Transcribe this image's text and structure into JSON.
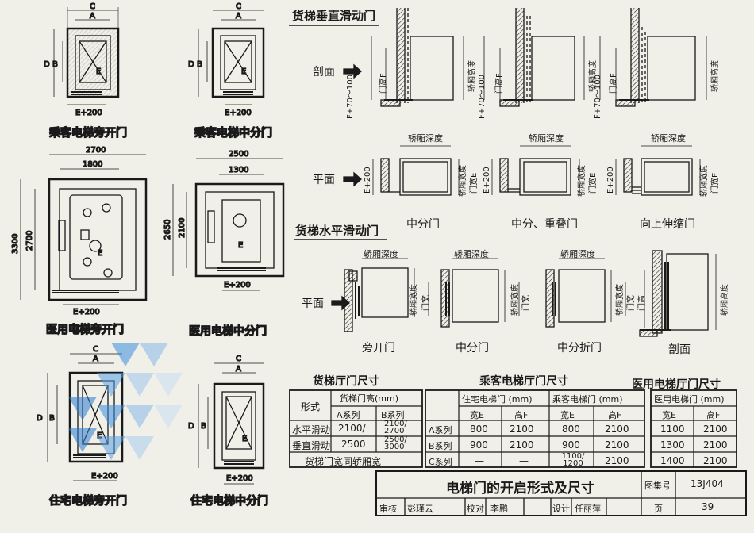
{
  "captions": {
    "pass_side": "乘客电梯旁开门",
    "pass_center": "乘客电梯中分门",
    "med_side": "医用电梯旁开门",
    "med_center": "医用电梯中分门",
    "res_side": "住宅电梯旁开门",
    "res_center": "住宅电梯中分门"
  },
  "small_dims": {
    "C": "C",
    "A": "A",
    "D": "D",
    "B": "B",
    "E": "E",
    "E200": "E+200"
  },
  "med_dims": {
    "side_outer_w": "2700",
    "side_inner_w": "1800",
    "side_outer_h": "3300",
    "side_inner_h": "2700",
    "center_outer_w": "2500",
    "center_inner_w": "1300",
    "center_outer_h": "2650",
    "center_inner_h": "2100"
  },
  "vertical": {
    "heading": "货梯垂直滑动门",
    "section_label": "剖面",
    "plan_label": "平面",
    "dim_f70": "F+70～100",
    "door_h": "门高F",
    "cab_h": "轿厢高度",
    "cab_depth": "轿厢深度",
    "cab_w": "轿厢宽度",
    "door_w": "门宽E",
    "captions": [
      "中分门",
      "中分、重叠门",
      "向上伸缩门"
    ]
  },
  "horizontal": {
    "heading": "货梯水平滑动门",
    "plan_label": "平面",
    "cab_depth": "轿厢深度",
    "cab_w": "轿厢宽度",
    "door_w": "门宽",
    "door_h": "门高",
    "cab_h": "轿厢高度",
    "captions": [
      "旁开门",
      "中分门",
      "中分折门",
      "剖面"
    ]
  },
  "freight_table": {
    "title": "货梯厅门尺寸",
    "col_form": "形式",
    "col_height": "货梯门高(mm)",
    "sub_a": "A系列",
    "sub_b": "B系列",
    "rows": [
      {
        "name": "水平滑动",
        "a": "2100/",
        "b": "2100/ 2700"
      },
      {
        "name": "垂直滑动",
        "a": "2500",
        "b": "2500/ 3000"
      }
    ],
    "note": "货梯门宽同轿厢宽"
  },
  "passenger_table": {
    "title": "乘客电梯厅门尺寸",
    "res_head": "住宅电梯门 (mm)",
    "pass_head": "乘客电梯门 (mm)",
    "sub_w": "宽E",
    "sub_h": "高F",
    "rows": [
      {
        "name": "A系列",
        "rw": "800",
        "rh": "2100",
        "pw": "800",
        "ph": "2100"
      },
      {
        "name": "B系列",
        "rw": "900",
        "rh": "2100",
        "pw": "900",
        "ph": "2100"
      },
      {
        "name": "C系列",
        "rw": "—",
        "rh": "—",
        "pw": "1100/ 1200",
        "ph": "2100"
      }
    ]
  },
  "medical_table": {
    "title": "医用电梯厅门尺寸",
    "head": "医用电梯门 (mm)",
    "sub_w": "宽E",
    "sub_h": "高F",
    "rows": [
      {
        "w": "1100",
        "h": "2100"
      },
      {
        "w": "1300",
        "h": "2100"
      },
      {
        "w": "1400",
        "h": "2100"
      }
    ]
  },
  "title_block": {
    "title": "电梯门的开启形式及尺寸",
    "atlas_label": "图集号",
    "atlas_no": "13J404",
    "review_label": "审核",
    "review_name": "彭瑾云",
    "check_label": "校对",
    "check_name": "李鹏",
    "design_label": "设计",
    "design_name": "任丽萍",
    "page_label": "页",
    "page_no": "39"
  },
  "colors": {
    "ink": "#1a1a1a",
    "paper": "#f1f0e8",
    "watermark": "#2a7bd0"
  }
}
